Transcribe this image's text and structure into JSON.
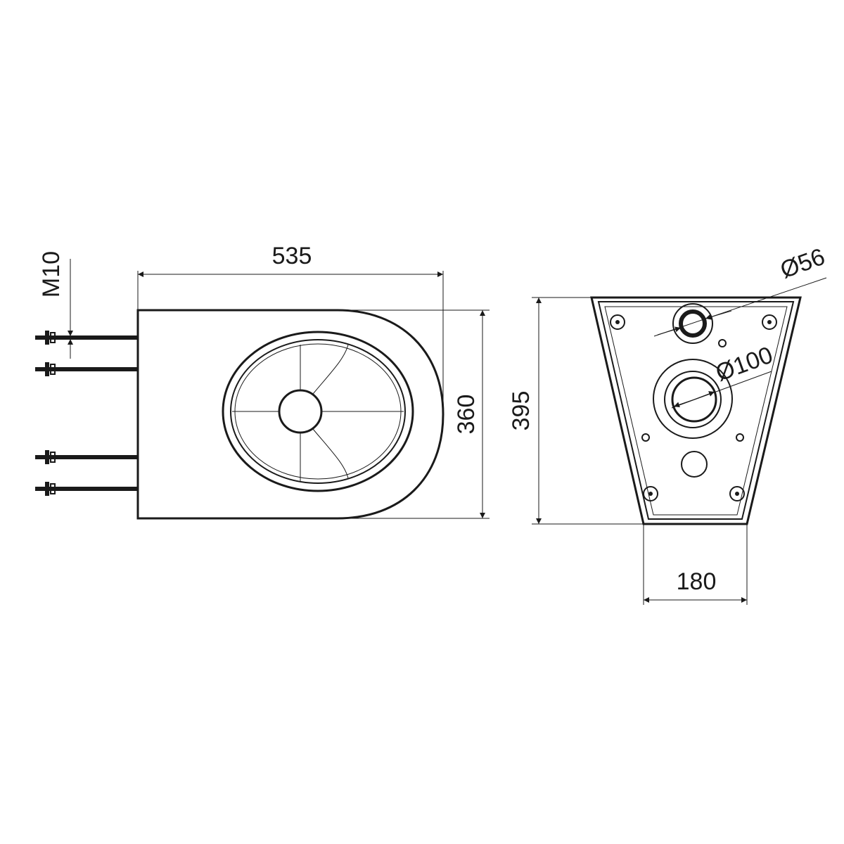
{
  "drawing": {
    "side_view": {
      "length_label": "535",
      "width_label": "360",
      "bolt_label": "M10"
    },
    "rear_view": {
      "height_label": "395",
      "base_width_label": "180",
      "small_pipe_label": "Ø56",
      "large_pipe_label": "Ø100"
    },
    "colors": {
      "line": "#1a1a1a",
      "background": "#ffffff"
    }
  }
}
